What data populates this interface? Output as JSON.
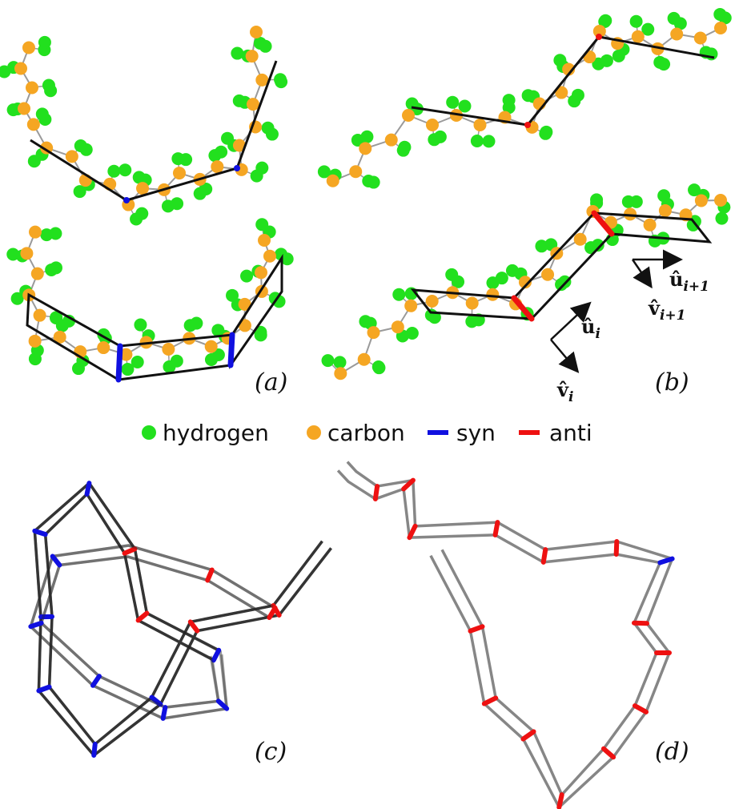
{
  "panels": {
    "a": {
      "label": "(a)"
    },
    "b": {
      "label": "(b)"
    },
    "c": {
      "label": "(c)"
    },
    "d": {
      "label": "(d)"
    }
  },
  "legend": {
    "items": [
      {
        "label": "hydrogen",
        "color": "#22e01e",
        "marker": "dot"
      },
      {
        "label": "carbon",
        "color": "#f5a623",
        "marker": "dot"
      },
      {
        "label": "syn",
        "color": "#1010e0",
        "marker": "line"
      },
      {
        "label": "anti",
        "color": "#ee1111",
        "marker": "line"
      }
    ]
  },
  "vectors": {
    "u_i": {
      "base": "û",
      "sub": "i"
    },
    "v_i": {
      "base": "v̂",
      "sub": "i"
    },
    "u_i1": {
      "base": "û",
      "sub": "i+1"
    },
    "v_i1": {
      "base": "v̂",
      "sub": "i+1"
    }
  },
  "colors": {
    "hydrogen": "#22e01e",
    "carbon": "#f5a623",
    "bond": "#9a9a9a",
    "syn": "#1010e0",
    "anti": "#ee1111",
    "frame": "#111111",
    "chain": "#444444"
  }
}
